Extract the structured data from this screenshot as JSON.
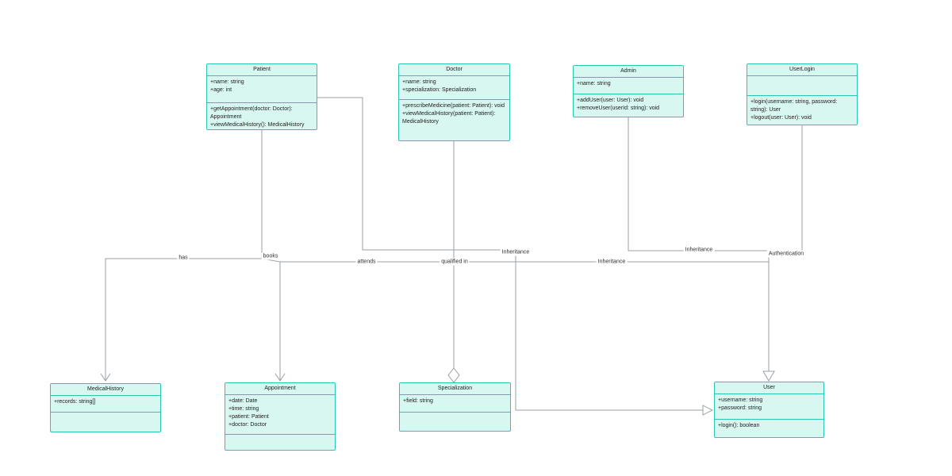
{
  "diagram": {
    "type": "uml-class-diagram",
    "background_color": "#ffffff",
    "box_fill_color": "#d9f7f1",
    "box_border_color": "#2cc5b3",
    "connector_color": "#9aa0a6",
    "text_color": "#1c1c1c"
  },
  "classes": {
    "patient": {
      "title": "Patient",
      "attributes": [
        "+name: string",
        "+age: int"
      ],
      "methods": [
        "+getAppointment(doctor: Doctor): Appointment",
        "+viewMedicalHistory(): MedicalHistory"
      ]
    },
    "doctor": {
      "title": "Doctor",
      "attributes": [
        "+name: string",
        "+specialization: Specialization"
      ],
      "methods": [
        "+prescribeMedicine(patient: Patient): void",
        "+viewMedicalHistory(patient: Patient): MedicalHistory"
      ]
    },
    "admin": {
      "title": "Admin",
      "attributes": [
        "+name: string"
      ],
      "methods": [
        "+addUser(user: User): void",
        "+removeUser(userId: string): void"
      ]
    },
    "userlogin": {
      "title": "UserLogin",
      "attributes": [],
      "methods": [
        "+login(username: string, password: string): User",
        "+logout(user: User): void"
      ]
    },
    "medicalhistory": {
      "title": "MedicalHistory",
      "attributes": [
        "+records: string[]"
      ],
      "methods": []
    },
    "appointment": {
      "title": "Appointment",
      "attributes": [
        "+date: Date",
        "+time: string",
        "+patient: Patient",
        "+doctor: Doctor"
      ],
      "methods": []
    },
    "specialization": {
      "title": "Specialization",
      "attributes": [
        "+field: string"
      ],
      "methods": []
    },
    "user": {
      "title": "User",
      "attributes": [
        "+username: string",
        "+password: string"
      ],
      "methods": [
        "+login(): boolean"
      ]
    }
  },
  "edges": {
    "has": {
      "label": "has",
      "from": "Patient",
      "to": "MedicalHistory",
      "marker": "open-arrow"
    },
    "books": {
      "label": "books",
      "from": "Patient",
      "to": "Appointment",
      "marker": "open-arrow"
    },
    "attends": {
      "label": "attends",
      "from": "Doctor",
      "to": "Appointment",
      "marker": "open-arrow"
    },
    "qualified_in": {
      "label": "qualified in",
      "from": "Doctor",
      "to": "Specialization",
      "marker": "hollow-diamond"
    },
    "inheritance_patient": {
      "label": "Inheritance",
      "from": "Patient",
      "to": "User",
      "marker": "hollow-triangle"
    },
    "inheritance_doctor": {
      "label": "Inheritance",
      "from": "Doctor",
      "to": "User",
      "marker": "hollow-triangle"
    },
    "inheritance_admin": {
      "label": "Inheritance",
      "from": "Admin",
      "to": "User",
      "marker": "hollow-triangle"
    },
    "authentication": {
      "label": "Authentication",
      "from": "UserLogin",
      "to": "User",
      "marker": "hollow-triangle"
    }
  }
}
